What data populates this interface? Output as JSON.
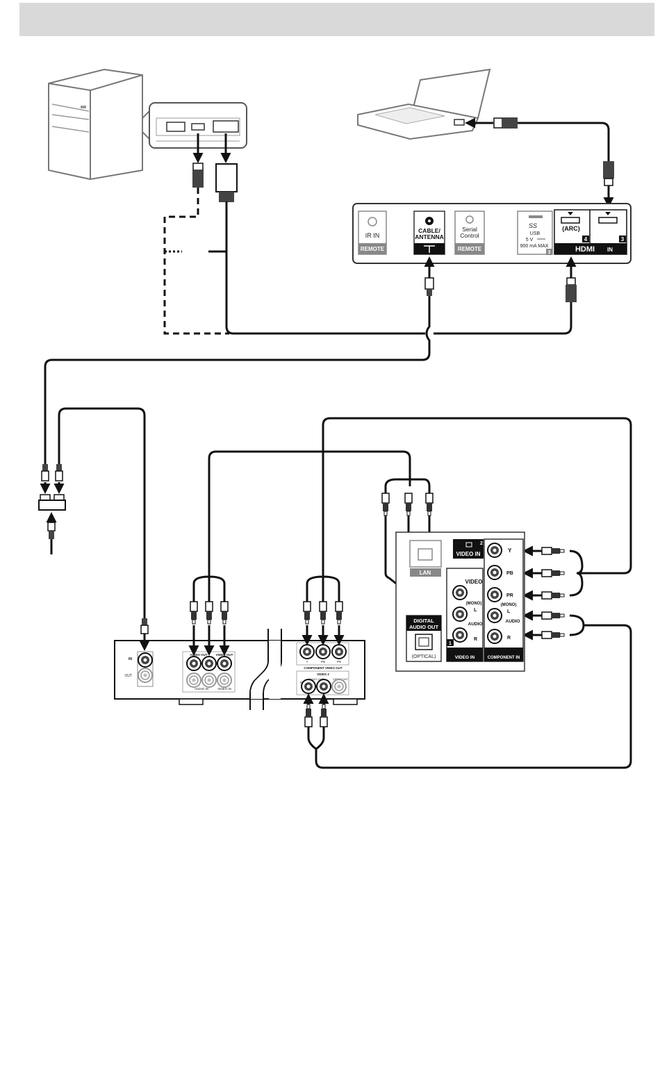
{
  "tv_panel": {
    "ir_in": "IR IN",
    "remote_1": "REMOTE",
    "cable_line1": "CABLE/",
    "cable_line2": "ANTENNA",
    "serial_line1": "Serial",
    "serial_line2": "Control",
    "remote_2": "REMOTE",
    "usb_logo": "SS",
    "usb_label": "USB",
    "usb_voltage": "5 V",
    "usb_current": "900 mA MAX",
    "usb_num": "3",
    "arc": "(ARC)",
    "hdmi_num_4": "4",
    "hdmi_num_3": "3",
    "hdmi_logo": "HDMI",
    "hdmi_in": "IN"
  },
  "side_panel": {
    "video_in_2": "VIDEO IN",
    "num_2": "2",
    "y": "Y",
    "pb": "PB",
    "pr": "PR",
    "lan": "LAN",
    "video": "VIDEO",
    "mono": "(MONO)",
    "l": "L",
    "audio": "AUDIO",
    "r": "R",
    "mono_2": "(MONO)",
    "l_2": "L",
    "audio_2": "AUDIO",
    "r_2": "R",
    "digital_1": "DIGITAL",
    "digital_2": "AUDIO OUT",
    "optical": "(OPTICAL)",
    "num_1": "1",
    "video_in_label": "VIDEO IN",
    "component_in": "COMPONENT IN"
  },
  "device": {
    "in": "IN",
    "out": "OUT",
    "audio_out": "AUDIO OUT",
    "video_out": "VIDEO OUT",
    "audio_in": "AUDIO IN",
    "video_in": "VIDEO IN",
    "component_video_out": "COMPONENT VIDEO OUT",
    "y": "Y",
    "pb": "PB",
    "pr": "PR",
    "video_2": "VIDEO 2",
    "audio_out_2": "AUDIO OUT",
    "video_out_2": "VIDEO OUT",
    "r": "R",
    "l": "L"
  }
}
